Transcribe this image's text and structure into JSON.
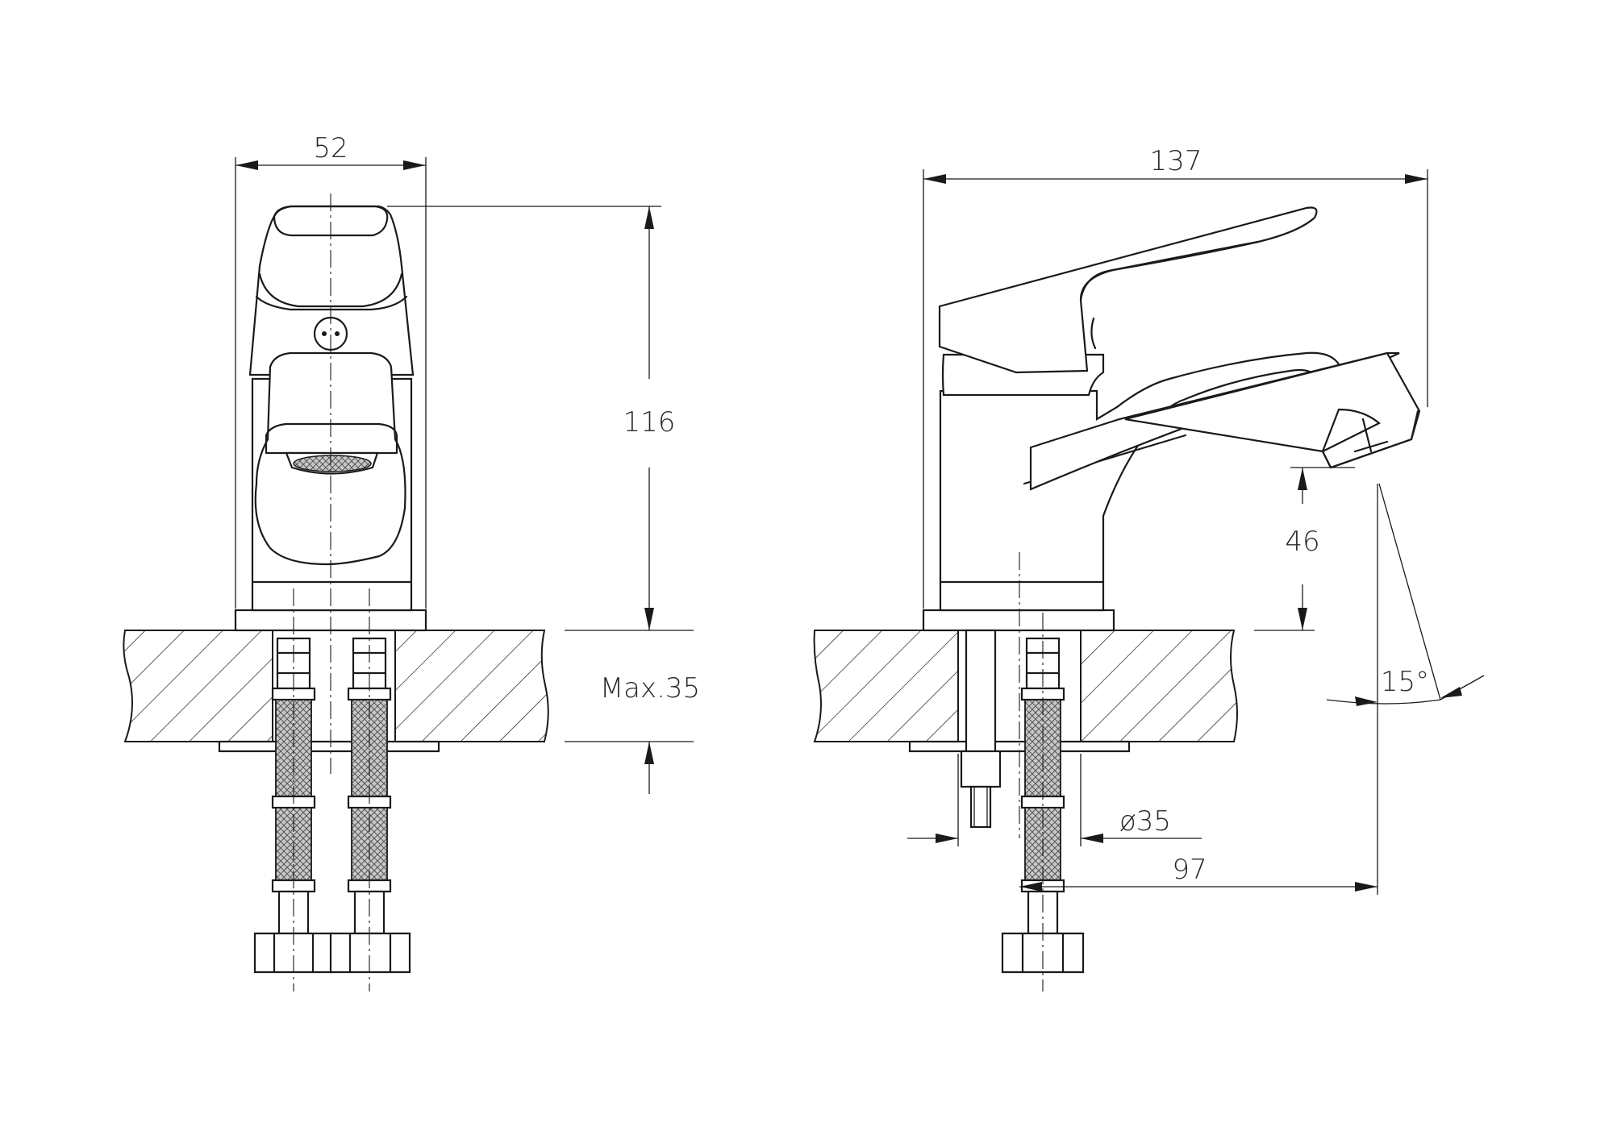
{
  "dimensions": {
    "front_width": "52",
    "front_height": "116",
    "counter_thickness": "Max.35",
    "side_length": "137",
    "spout_height": "46",
    "spout_angle": "15°",
    "hole_diameter": "ø35",
    "spout_reach": "97"
  },
  "colors": {
    "line": "#1a1a1a",
    "background": "#ffffff"
  }
}
